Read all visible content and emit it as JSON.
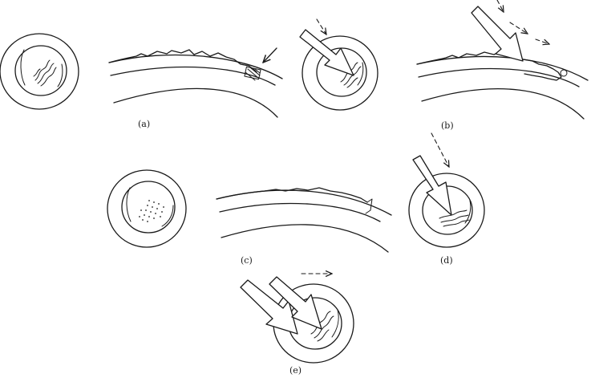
{
  "figure": {
    "panels": [
      {
        "id": "a",
        "label": "(a)"
      },
      {
        "id": "b",
        "label": "(b)"
      },
      {
        "id": "c",
        "label": "(c)"
      },
      {
        "id": "d",
        "label": "(d)"
      },
      {
        "id": "e",
        "label": "(e)"
      }
    ]
  },
  "colors": {
    "ink": "#1a1a1a",
    "background": "#ffffff"
  }
}
